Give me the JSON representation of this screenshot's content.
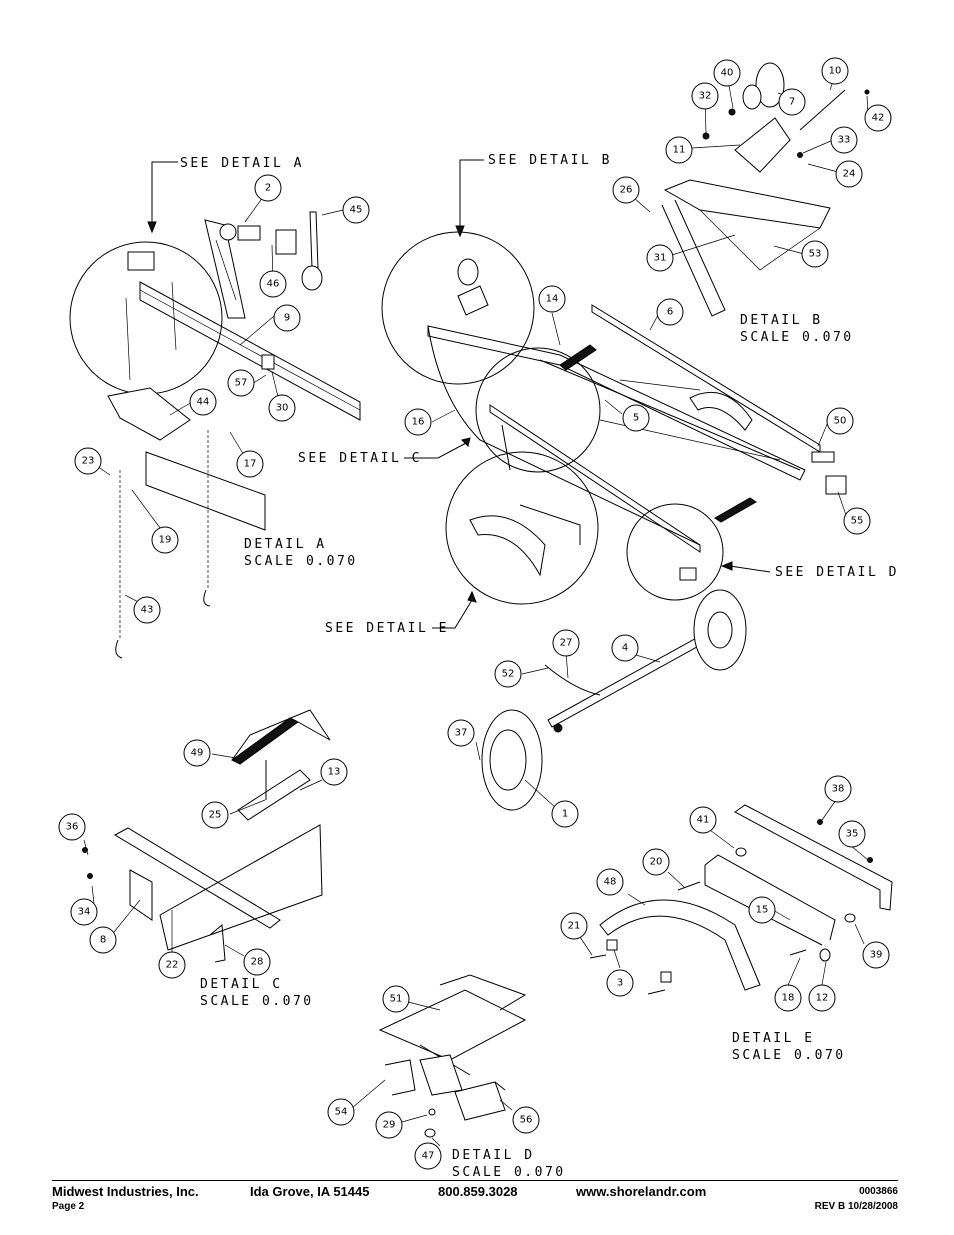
{
  "callouts": [
    {
      "n": "2"
    },
    {
      "n": "45"
    },
    {
      "n": "46"
    },
    {
      "n": "9"
    },
    {
      "n": "57"
    },
    {
      "n": "30"
    },
    {
      "n": "44"
    },
    {
      "n": "23"
    },
    {
      "n": "17"
    },
    {
      "n": "19"
    },
    {
      "n": "43"
    },
    {
      "n": "40"
    },
    {
      "n": "10"
    },
    {
      "n": "32"
    },
    {
      "n": "7"
    },
    {
      "n": "42"
    },
    {
      "n": "11"
    },
    {
      "n": "33"
    },
    {
      "n": "24"
    },
    {
      "n": "26"
    },
    {
      "n": "31"
    },
    {
      "n": "53"
    },
    {
      "n": "14"
    },
    {
      "n": "6"
    },
    {
      "n": "16"
    },
    {
      "n": "5"
    },
    {
      "n": "50"
    },
    {
      "n": "55"
    },
    {
      "n": "4"
    },
    {
      "n": "27"
    },
    {
      "n": "52"
    },
    {
      "n": "37"
    },
    {
      "n": "1"
    },
    {
      "n": "49"
    },
    {
      "n": "13"
    },
    {
      "n": "25"
    },
    {
      "n": "36"
    },
    {
      "n": "34"
    },
    {
      "n": "8"
    },
    {
      "n": "22"
    },
    {
      "n": "28"
    },
    {
      "n": "38"
    },
    {
      "n": "41"
    },
    {
      "n": "35"
    },
    {
      "n": "20"
    },
    {
      "n": "48"
    },
    {
      "n": "15"
    },
    {
      "n": "21"
    },
    {
      "n": "3"
    },
    {
      "n": "39"
    },
    {
      "n": "18"
    },
    {
      "n": "12"
    },
    {
      "n": "51"
    },
    {
      "n": "54"
    },
    {
      "n": "29"
    },
    {
      "n": "56"
    },
    {
      "n": "47"
    }
  ],
  "references": {
    "a": "SEE DETAIL  A",
    "b": "SEE DETAIL  B",
    "c": "SEE DETAIL  C",
    "d": "SEE DETAIL  D",
    "e": "SEE DETAIL  E"
  },
  "details": {
    "a": {
      "title": "DETAIL  A",
      "scale": "SCALE  0.070"
    },
    "b": {
      "title": "DETAIL  B",
      "scale": "SCALE  0.070"
    },
    "c": {
      "title": "DETAIL  C",
      "scale": "SCALE  0.070"
    },
    "d": {
      "title": "DETAIL  D",
      "scale": "SCALE  0.070"
    },
    "e": {
      "title": "DETAIL  E",
      "scale": "SCALE  0.070"
    }
  },
  "footer": {
    "company": "Midwest Industries, Inc.",
    "location": "Ida Grove, IA  51445",
    "phone": "800.859.3028",
    "website": "www.shorelandr.com",
    "doc_number": "0003866",
    "page": "Page 2",
    "revision": "REV B  10/28/2008"
  }
}
